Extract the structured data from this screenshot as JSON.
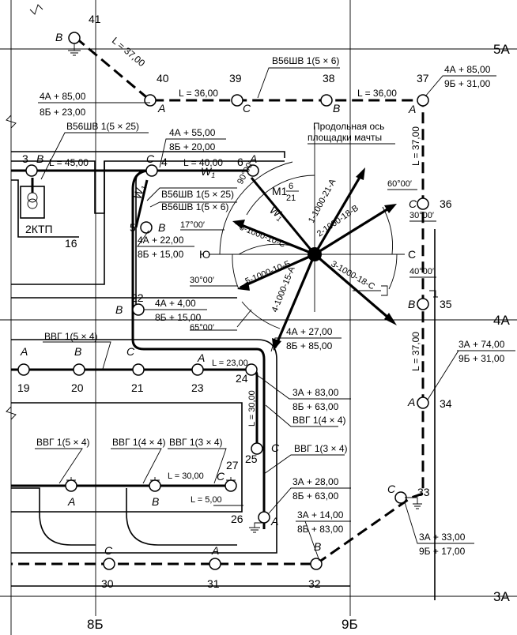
{
  "grid_axes": [
    "5А",
    "4А",
    "3А",
    "8Б",
    "9Б"
  ],
  "poles": {
    "p41": "41",
    "p40": "40",
    "p39": "39",
    "p38": "38",
    "p37": "37",
    "p36": "36",
    "p35": "35",
    "p34": "34",
    "p33": "33",
    "p32": "32",
    "p31": "31",
    "p30": "30",
    "p3": "3",
    "p4": "4",
    "p6": "6",
    "p5": "5",
    "p16": "16",
    "p22": "22",
    "p19": "19",
    "p20": "20",
    "p21": "21",
    "p23": "23",
    "p24": "24",
    "p25": "25",
    "p26": "26",
    "p27": "27"
  },
  "phases": {
    "A": "A",
    "B": "B",
    "C": "C"
  },
  "lengths": {
    "l37": "L = 37,00",
    "l36": "L = 36,00",
    "l45": "L = 45,00",
    "l40": "L = 40,00",
    "l23": "L = 23,00",
    "l30": "L = 30,00",
    "l5": "L = 5,00"
  },
  "cables": {
    "v56_5x6": "В56ШВ 1(5 × 6)",
    "v56_5x25": "В56ШВ 1(5 × 25)",
    "vvg_5x4": "ВВГ 1(5 × 4)",
    "vvg_4x4": "ВВГ 1(4 × 4)",
    "vvg_3x4": "ВВГ 1(3 × 4)"
  },
  "coords": {
    "c40_a": "4А + 85,00",
    "c40_b": "8Б + 23,00",
    "c37_a": "4А + 85,00",
    "c37_b": "9Б + 31,00",
    "c4_a": "4А + 55,00",
    "c4_b": "8Б + 20,00",
    "c5_a": "4А + 22,00",
    "c5_b": "8Б + 15,00",
    "c22_a": "4А + 4,00",
    "c22_b": "8Б + 15,00",
    "cm_a": "4А + 27,00",
    "cm_b": "8Б + 85,00",
    "c34_a": "3А + 74,00",
    "c34_b": "9Б + 31,00",
    "c24_a": "3А + 83,00",
    "c24_b": "8Б + 63,00",
    "c26_a": "3А + 28,00",
    "c26_b": "8Б + 63,00",
    "c32_a": "3А + 14,00",
    "c32_b": "8Б + 83,00",
    "c33_a": "3А + 33,00",
    "c33_b": "9Б + 17,00"
  },
  "mast": {
    "name": "М1",
    "num": "6",
    "den": "21",
    "axis_line1": "Продольная ось",
    "axis_line2": "площадки мачты",
    "north": "Ю",
    "south": "С",
    "rays": [
      "1-1000-21-А",
      "2-1000-18-В",
      "3-1000-18-С",
      "4-1000-15-А",
      "5-1000-10-Б",
      "6-1000-10-С"
    ],
    "angles": [
      "90°00′",
      "60°00′",
      "30°00′",
      "40°00′",
      "17°00′",
      "30°00′",
      "65°00′"
    ]
  },
  "labels": {
    "ktp": "2КТП",
    "w1": "W",
    "w1_sub": "1"
  }
}
